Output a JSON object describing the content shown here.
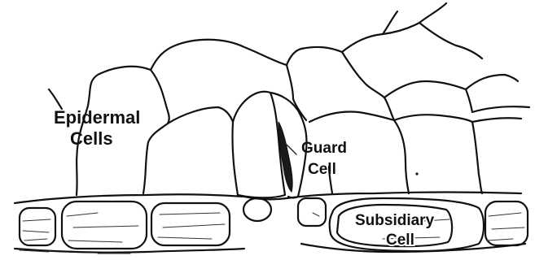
{
  "labels": {
    "epidermal_line1": "Epidermal",
    "epidermal_line2": "Cells",
    "guard_line1": "Guard",
    "guard_line2": "Cell",
    "subsidiary_line1": "Subsidiary",
    "subsidiary_line2": "Cell"
  },
  "colors": {
    "ink": "#111111",
    "background": "#ffffff",
    "stoma_pore": "#1a1a1a"
  }
}
